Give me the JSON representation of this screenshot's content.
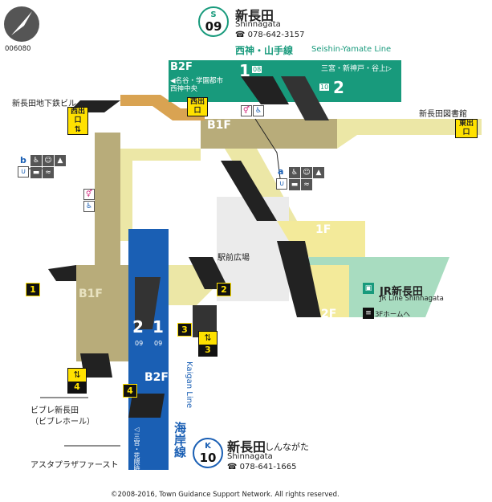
{
  "map_id": "006080",
  "station": {
    "name": "新長田",
    "romaji": "Shinnagata",
    "tel": "☎ 078-642-3157",
    "line_code": "S",
    "line_num": "09",
    "line_name_ja": "西神・山手線",
    "line_name_en": "Seishin-Yamate Line"
  },
  "kaigan": {
    "name": "新長田",
    "kana": "しんながた",
    "romaji": "Shinnagata",
    "tel": "☎ 078-641-1665",
    "line_code": "K",
    "line_num": "10",
    "line_name_ja": "海岸線",
    "line_name_en": "Kaigan Line",
    "platform_1": "1",
    "platform_2": "2",
    "track_1": "09",
    "track_2": "09",
    "direction": "◁三宮・花隈時計",
    "floor": "B2F"
  },
  "seishin_platform": {
    "floor": "B2F",
    "platform_1": "1",
    "platform_2": "2",
    "track_1": "08",
    "track_2": "10",
    "dir_left": "◀名谷・学園都市\n西神中央",
    "dir_right": "三宮・新神戸・谷上▷"
  },
  "floors": {
    "b1f_top": "B1F",
    "b1f_left": "B1F",
    "f1": "1F",
    "f2": "2F"
  },
  "labels": {
    "building": "新長田地下鉄ビル",
    "library": "新長田図書館",
    "plaza": "駅前広場",
    "jr_name": "JR新長田",
    "jr_en": "JR Line Shinnagata",
    "jr_platform": "3Fホームへ",
    "biple_1": "ビブレ新長田",
    "biple_2": "（ビブレホール）",
    "asta": "アスタプラザファースト",
    "copyright": "©2008-2016, Town Guidance Support Network. All rights reserved."
  },
  "exits": {
    "west": "西出口",
    "west2": "西出口",
    "east": "東出口",
    "e1": "1",
    "e2": "2",
    "e3": "3",
    "e4": "4",
    "elev3": "3",
    "elev4": "4",
    "facility_a": "a",
    "facility_b": "b"
  },
  "colors": {
    "teal": "#189a7c",
    "blue": "#1a5fb4",
    "tan": "#b8ac7a",
    "pale_yellow": "#ece7a6",
    "orange": "#d9a352",
    "bright_yellow": "#f3ea9a",
    "jr_green": "#a8dcc0",
    "exit_yellow": "#ffe100"
  }
}
